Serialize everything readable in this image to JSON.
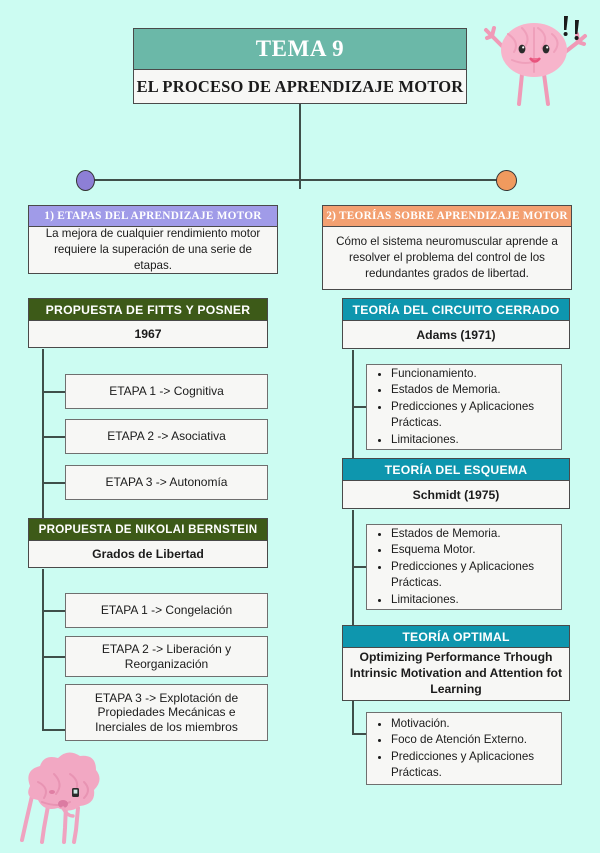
{
  "page": {
    "background_color": "#ccfcf2",
    "title": {
      "heading": "TEMA 9",
      "subtitle": "EL PROCESO DE APRENDIZAJE MOTOR",
      "header_color": "#6bb8a8"
    }
  },
  "connectors": {
    "left_dot_color": "#8d7fd6",
    "right_dot_color": "#f09a5e",
    "line_color": "#3f4f4a"
  },
  "branches": {
    "left": {
      "header": "1) ETAPAS DEL APRENDIZAJE MOTOR",
      "header_color": "#a09be8",
      "description": "La mejora de cualquier rendimiento motor requiere la superación de una serie de etapas.",
      "sections": [
        {
          "header": "PROPUESTA DE FITTS Y POSNER",
          "header_color": "#3d5a18",
          "value": "1967",
          "items": [
            "ETAPA 1 -> Cognitiva",
            "ETAPA 2 -> Asociativa",
            "ETAPA 3 -> Autonomía"
          ]
        },
        {
          "header": "PROPUESTA DE NIKOLAI BERNSTEIN",
          "header_color": "#3d5a18",
          "value": "Grados de Libertad",
          "items": [
            "ETAPA 1 -> Congelación",
            "ETAPA 2 -> Liberación y Reorganización",
            "ETAPA 3 -> Explotación de Propiedades Mecánicas e Inerciales de los miembros"
          ]
        }
      ]
    },
    "right": {
      "header": "2) TEORÍAS SOBRE APRENDIZAJE MOTOR",
      "header_color": "#f3a071",
      "description": "Cómo el sistema neuromuscular aprende a resolver el problema del control de los redundantes grados de libertad.",
      "sections": [
        {
          "header": "TEORÍA DEL CIRCUITO CERRADO",
          "header_color": "#0e96ae",
          "value": "Adams (1971)",
          "bullets": [
            "Funcionamiento.",
            "Estados de Memoria.",
            "Predicciones y Aplicaciones Prácticas.",
            "Limitaciones."
          ]
        },
        {
          "header": "TEORÍA DEL ESQUEMA",
          "header_color": "#0e96ae",
          "value": "Schmidt (1975)",
          "bullets": [
            "Estados de Memoria.",
            "Esquema Motor.",
            "Predicciones y Aplicaciones Prácticas.",
            "Limitaciones."
          ]
        },
        {
          "header": "TEORÍA OPTIMAL",
          "header_color": "#0e96ae",
          "value": "Optimizing Performance Trhough Intrinsic Motivation and Attention fot Learning",
          "bullets": [
            "Motivación.",
            "Foco de Atención Externo.",
            "Predicciones y Aplicaciones Prácticas."
          ]
        }
      ]
    }
  },
  "decorations": {
    "brain_top_right": "brain-cheering-icon",
    "brain_bottom_left": "brain-tired-icon",
    "exclamation_marks": "!!",
    "brain_color": "#f6aec4"
  }
}
